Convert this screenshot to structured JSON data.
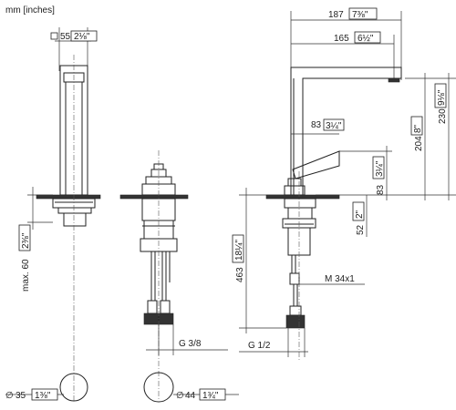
{
  "header": {
    "units": "mm [inches]"
  },
  "dimensions": {
    "square": {
      "symbol": "□",
      "mm": "55",
      "in": "2⅛\""
    },
    "width_187": {
      "mm": "187",
      "in": "7⅜\""
    },
    "width_165": {
      "mm": "165",
      "in": "6½\""
    },
    "width_83": {
      "mm": "83",
      "in": "3¼\""
    },
    "height_204": {
      "mm": "204",
      "in": "8\""
    },
    "height_230": {
      "mm": "230",
      "in": "9⅛\""
    },
    "height_83": {
      "mm": "83",
      "in": "3¼\""
    },
    "height_52": {
      "mm": "52",
      "in": "2\""
    },
    "height_463": {
      "mm": "463",
      "in": "18¼\""
    },
    "max_60": {
      "prefix": "max. 60",
      "in": "2⅜\""
    },
    "dia_35": {
      "symbol": "∅",
      "mm": "35",
      "in": "1⅜\""
    },
    "dia_44": {
      "symbol": "∅",
      "mm": "44",
      "in": "1¾\""
    }
  },
  "threads": {
    "m34": "M 34x1",
    "g38": "G 3/8",
    "g12": "G 1/2"
  }
}
